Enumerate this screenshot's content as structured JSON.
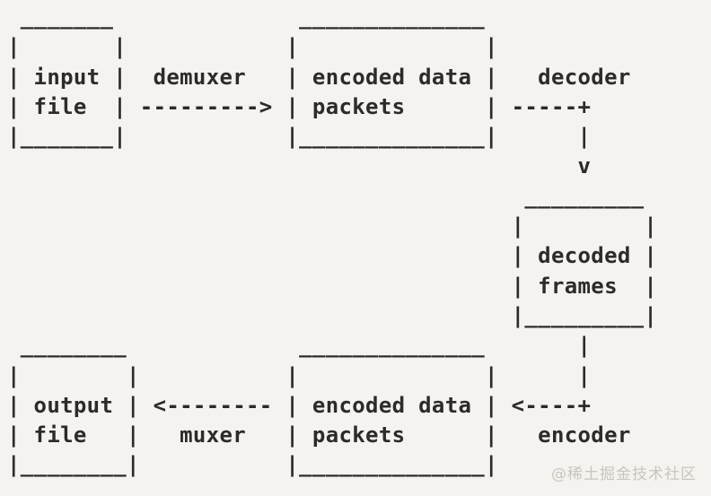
{
  "page": {
    "background_color": "#f4f3f0",
    "text_color": "#2d2b28",
    "watermark_color": "#c9c5c0"
  },
  "diagram": {
    "type": "ascii-art-flowchart",
    "nodes": [
      {
        "label": "input file"
      },
      {
        "label": "encoded data packets"
      },
      {
        "label": "decoded frames"
      },
      {
        "label": "encoded data packets"
      },
      {
        "label": "output file"
      }
    ],
    "process_labels": [
      "demuxer",
      "decoder",
      "encoder",
      "muxer"
    ],
    "lines": [
      " _______              ______________",
      "|       |            |              |",
      "| input |  demuxer   | encoded data |   decoder",
      "| file  | ---------> | packets      | -----+",
      "|_______|            |______________|      |",
      "                                           v",
      "                                       _________",
      "                                      |         |",
      "                                      | decoded |",
      "                                      | frames  |",
      "                                      |_________|",
      " ________             ______________       |",
      "|        |           |              |      |",
      "| output | <-------- | encoded data | <----+",
      "| file   |   muxer   | packets      |   encoder",
      "|________|           |______________|"
    ]
  },
  "watermark": {
    "text": "@稀土掘金技术社区"
  }
}
